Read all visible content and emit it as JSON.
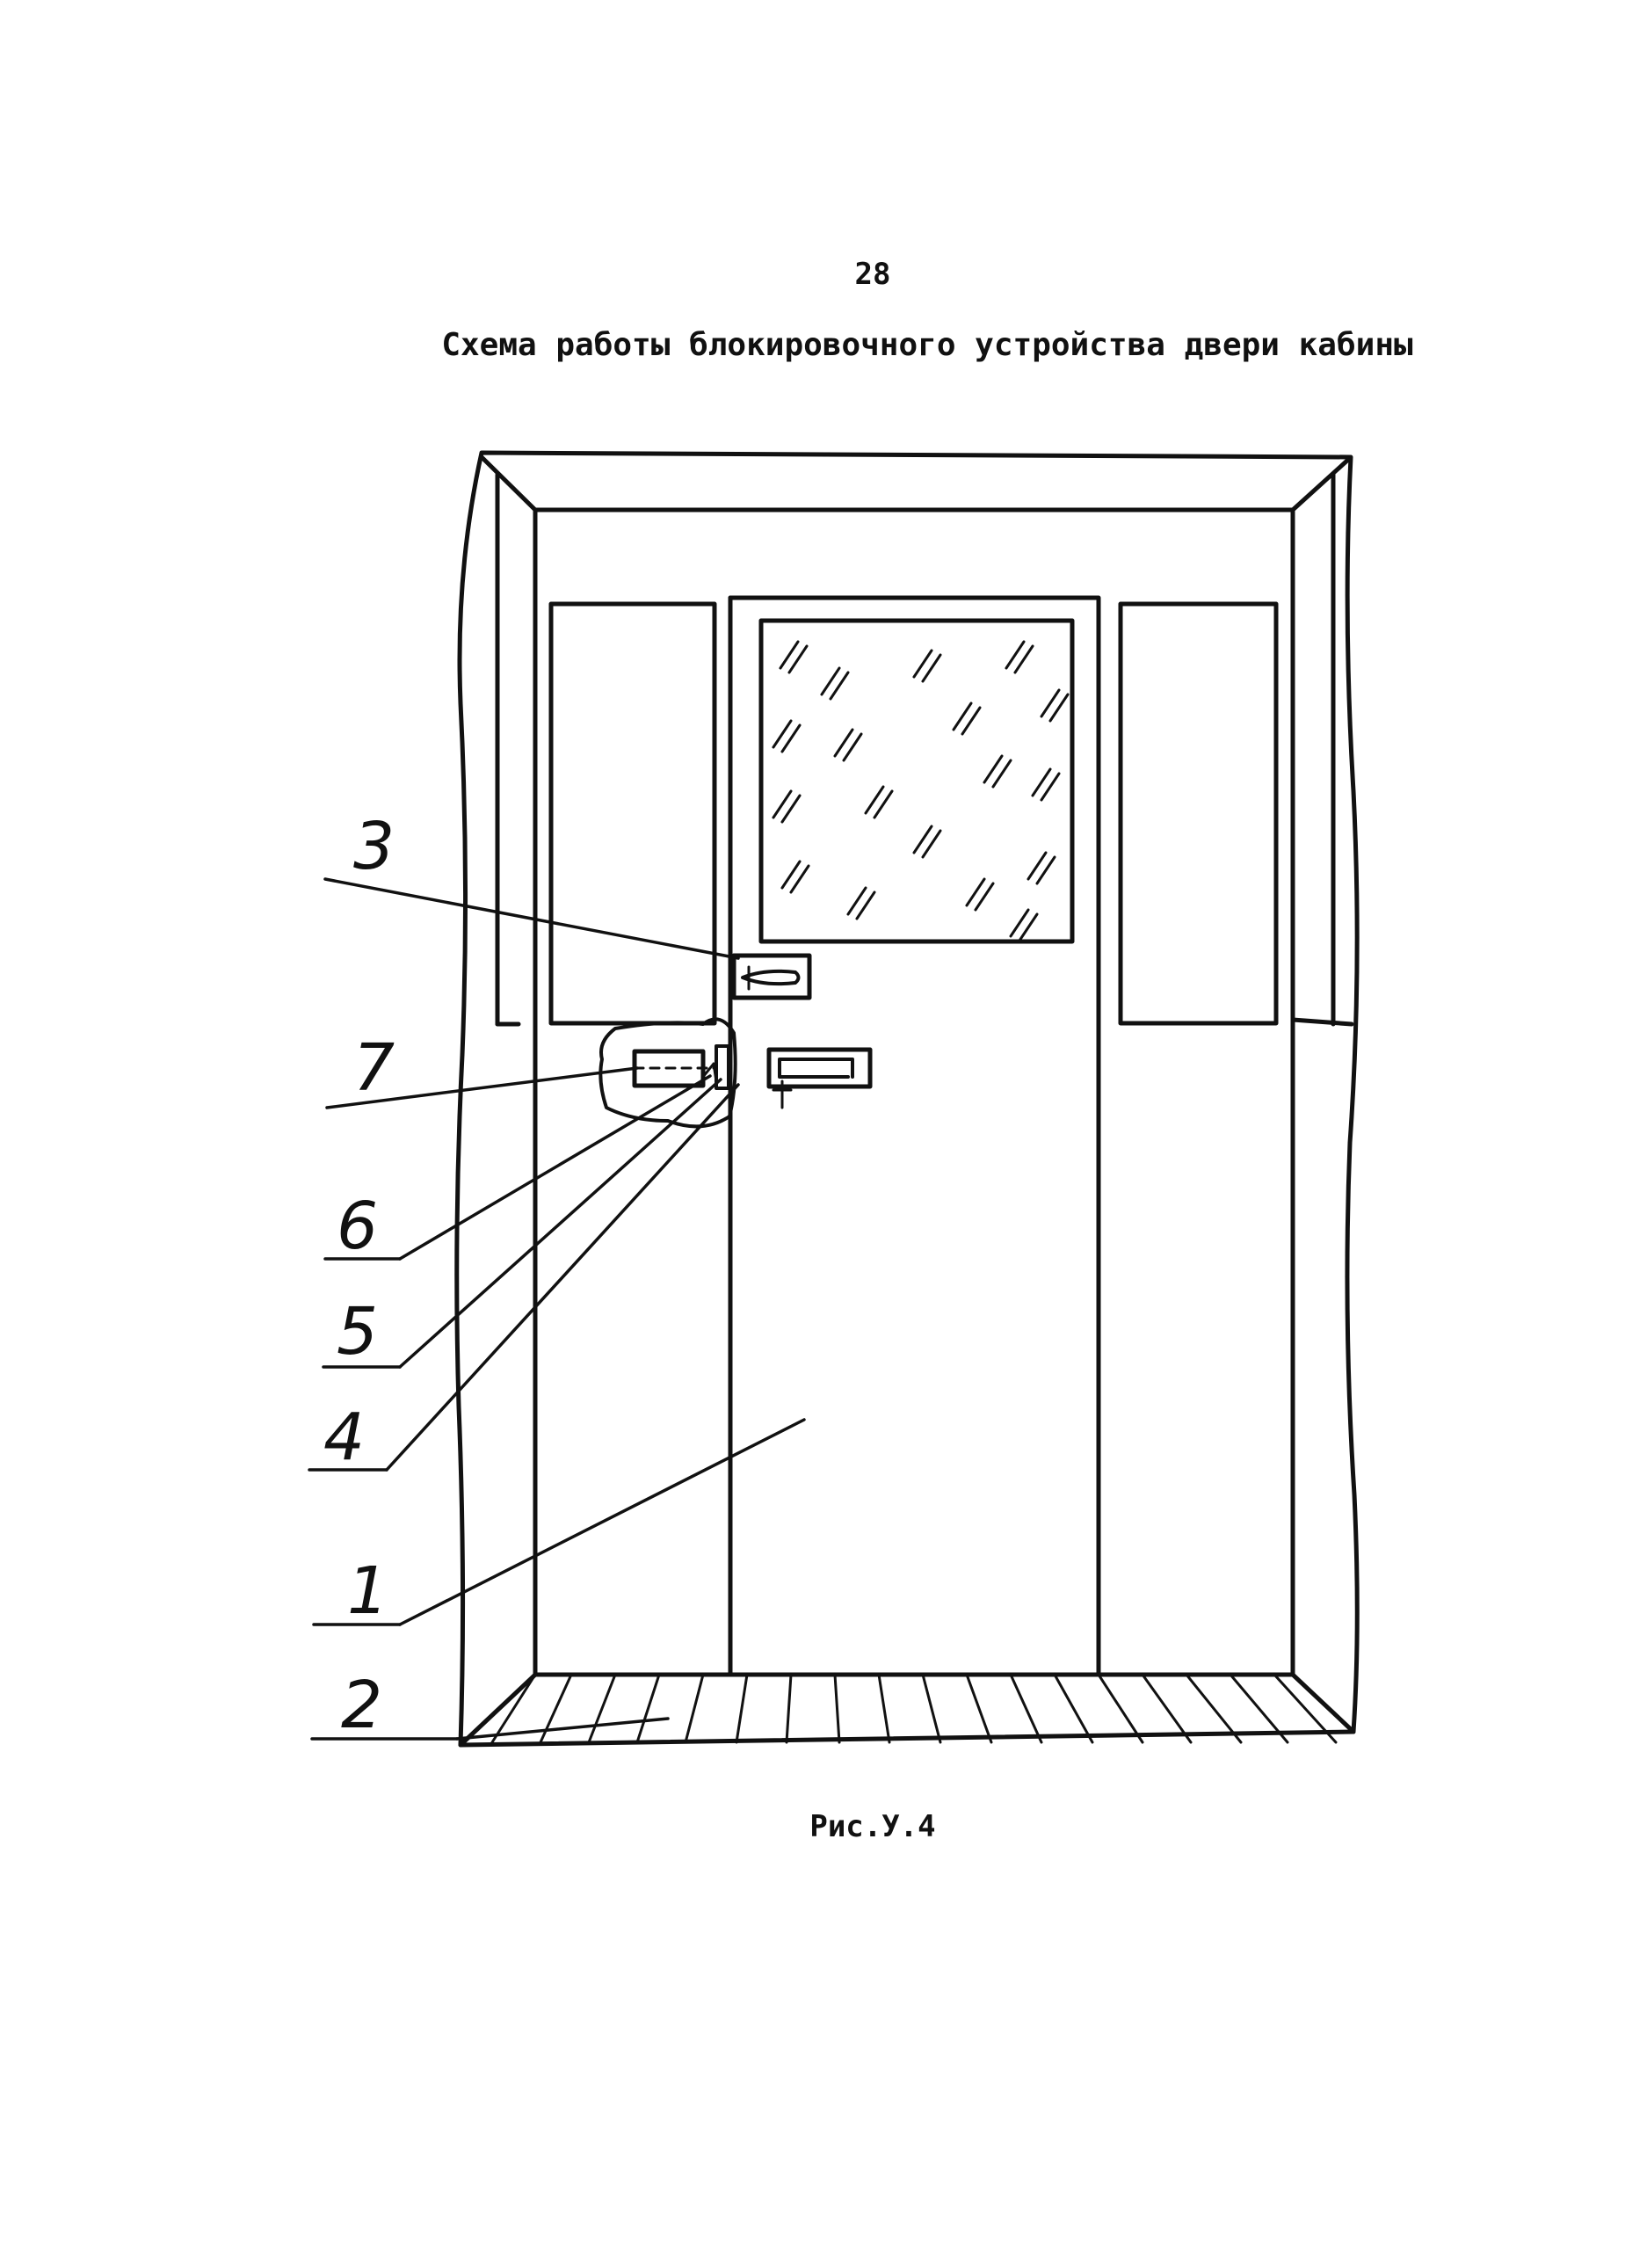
{
  "page": {
    "number": "28",
    "title": "Схема работы блокировочного устройства двери кабины",
    "caption": "Рис.У.4"
  },
  "callouts": [
    {
      "id": "3",
      "label": "3"
    },
    {
      "id": "7",
      "label": "7"
    },
    {
      "id": "6",
      "label": "6"
    },
    {
      "id": "5",
      "label": "5"
    },
    {
      "id": "4",
      "label": "4"
    },
    {
      "id": "1",
      "label": "1"
    },
    {
      "id": "2",
      "label": "2"
    }
  ],
  "colors": {
    "ink": "#111111",
    "paper": "#ffffff"
  }
}
